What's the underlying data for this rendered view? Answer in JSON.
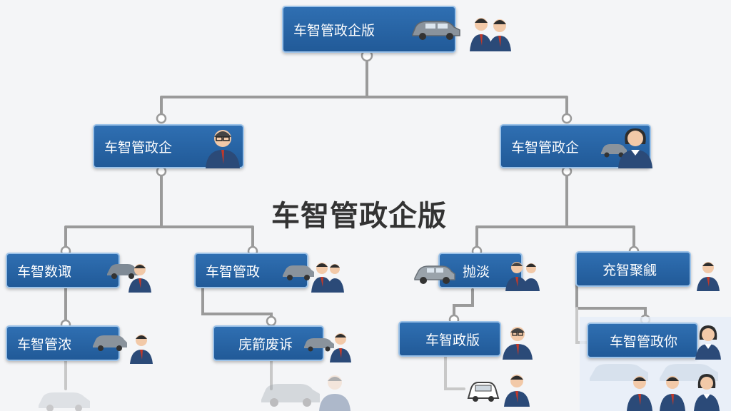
{
  "root": {
    "label": "车智管政企版"
  },
  "center_title": "车智管政企版",
  "level1": [
    {
      "label": "车智管政企"
    },
    {
      "label": "车智管政企"
    }
  ],
  "level2": [
    {
      "label": "车智数诹"
    },
    {
      "label": "车智管政"
    },
    {
      "label": "抛淡"
    },
    {
      "label": "充智聚觎"
    }
  ],
  "level3": [
    {
      "label": "车智管浓"
    },
    {
      "label": "庑箭废诉"
    },
    {
      "label": "车智政版"
    },
    {
      "label": "车智管政你"
    }
  ],
  "colors": {
    "node_fill": "#2f6fb2",
    "node_border": "#9cc2e8",
    "connector": "#9a9a9a",
    "suit": "#2b4a78",
    "tie": "#c0392b",
    "car": "#8a939c"
  },
  "icons": [
    "car-icon",
    "person-icon"
  ]
}
